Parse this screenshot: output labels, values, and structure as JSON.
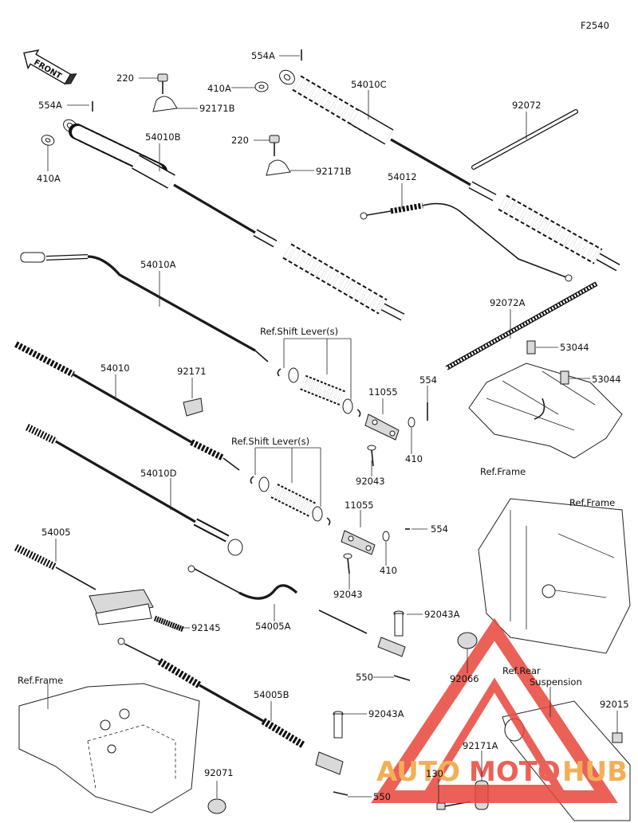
{
  "figure_code": "F2540",
  "direction_label": "FRONT",
  "watermark": {
    "text_a": "AUTO",
    "text_b": "MOTO",
    "text_c": "HUB",
    "color_red": "#e8463c",
    "color_orange": "#f2a23a"
  },
  "labels": {
    "p554A_top": "554A",
    "p220_top": "220",
    "p410A_top": "410A",
    "p54010C": "54010C",
    "p554A_left": "554A",
    "p92171B_top": "92171B",
    "p92072": "92072",
    "p410A_left": "410A",
    "p54010B": "54010B",
    "p220_mid": "220",
    "p92171B_mid": "92171B",
    "p54012": "54012",
    "p54010A": "54010A",
    "p92072A": "92072A",
    "p53044_top": "53044",
    "p53044_bot": "53044",
    "ref_shift_lever_1": "Ref.Shift Lever(s)",
    "p54010": "54010",
    "p92171": "92171",
    "p554_top": "554",
    "p11055_top": "11055",
    "p410_top": "410",
    "p92043_top": "92043",
    "ref_frame_top": "Ref.Frame",
    "ref_shift_lever_2": "Ref.Shift Lever(s)",
    "p54010D": "54010D",
    "p11055_mid": "11055",
    "p554_mid": "554",
    "ref_frame_right": "Ref.Frame",
    "p54005": "54005",
    "p410_mid": "410",
    "p92043_mid": "92043",
    "p92145": "92145",
    "p54005A": "54005A",
    "p92043A_top": "92043A",
    "ref_frame_left": "Ref.Frame",
    "p92066": "92066",
    "p550_top": "550",
    "ref_rear_suspension_1": "Ref.Rear",
    "ref_rear_suspension_2": "Suspension",
    "p54005B": "54005B",
    "p92043A_bot": "92043A",
    "p92015": "92015",
    "p92171A": "92171A",
    "p550_bot": "550",
    "p92071": "92071",
    "p130": "130"
  }
}
